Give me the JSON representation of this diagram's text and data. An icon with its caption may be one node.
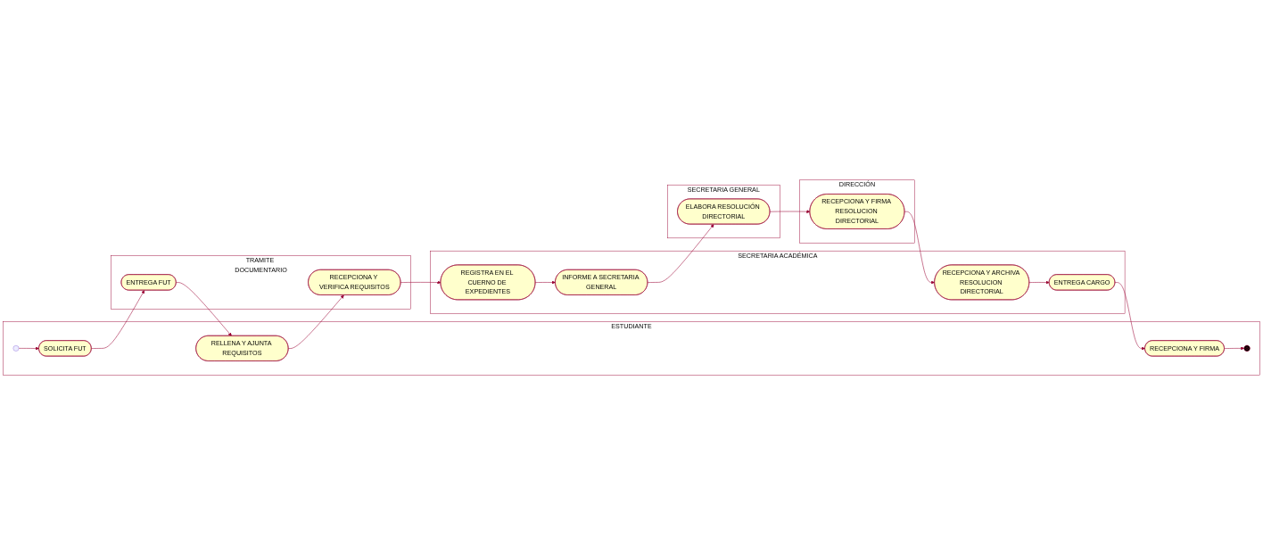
{
  "diagram": {
    "nodes": [
      {
        "text": [
          "ESTUDIANTE"
        ]
      },
      {
        "text": [
          "TRAMITE DOCUMENTARIO"
        ]
      },
      {
        "text": [
          "SECRETARIA ACADÉMICA"
        ]
      },
      {
        "text": [
          "SECRETARIA GENERAL"
        ]
      },
      {
        "text": [
          "DIRECCIÓN"
        ]
      },
      {
        "text": [],
        "shape": "circle",
        "in": 0
      },
      {
        "text": [
          "SOLICITA FUT"
        ],
        "in": 0
      },
      {
        "text": [
          "ENTREGA FUT"
        ],
        "in": 1
      },
      {
        "text": [
          "RELLENA Y AJUNTA REQUISITOS"
        ],
        "in": 0
      },
      {
        "text": [
          "RECEPCIONA Y VERIFICA REQUISITOS"
        ],
        "in": 1
      },
      {
        "text": [
          "REGISTRA EN EL CUERNO DE EXPEDIENTES"
        ],
        "in": 2
      },
      {
        "text": [
          "INFORME A SECRETARIA GENERAL"
        ],
        "in": 2
      },
      {
        "text": [
          "ELABORA RESOLUCIÓN DIRECTORIAL"
        ],
        "in": 3
      },
      {
        "text": [
          "RECEPCIONA Y FIRMA RESOLUCION DIRECTORIAL"
        ],
        "in": 4
      },
      {
        "text": [
          "RECEPCIONA Y ARCHIVA RESOLUCION DIRECTORIAL"
        ],
        "in": 2
      },
      {
        "text": [
          "ENTREGA CARGO"
        ],
        "in": 2
      },
      {
        "text": [
          "RECEPCIONA Y FIRMA"
        ],
        "in": 0
      },
      {
        "text": [],
        "shape": "circle",
        "in": 0
      }
    ],
    "edges": [
      {
        "from": 5,
        "to": 6,
        "arrow": "to"
      },
      {
        "from": 6,
        "to": 7,
        "arrow": "to"
      },
      {
        "from": 7,
        "to": 8,
        "arrow": "to"
      },
      {
        "from": 8,
        "to": 9,
        "arrow": "to"
      },
      {
        "from": 9,
        "to": 10,
        "arrow": "to"
      },
      {
        "from": 10,
        "to": 11,
        "arrow": "to"
      },
      {
        "from": 11,
        "to": 12,
        "arrow": "to"
      },
      {
        "from": 12,
        "to": 13,
        "arrow": "to"
      },
      {
        "from": 13,
        "to": 14,
        "arrow": "to"
      },
      {
        "from": 14,
        "to": 15,
        "arrow": "to"
      },
      {
        "from": 15,
        "to": 16,
        "arrow": "to"
      },
      {
        "from": 16,
        "to": 17,
        "arrow": "to"
      }
    ]
  }
}
